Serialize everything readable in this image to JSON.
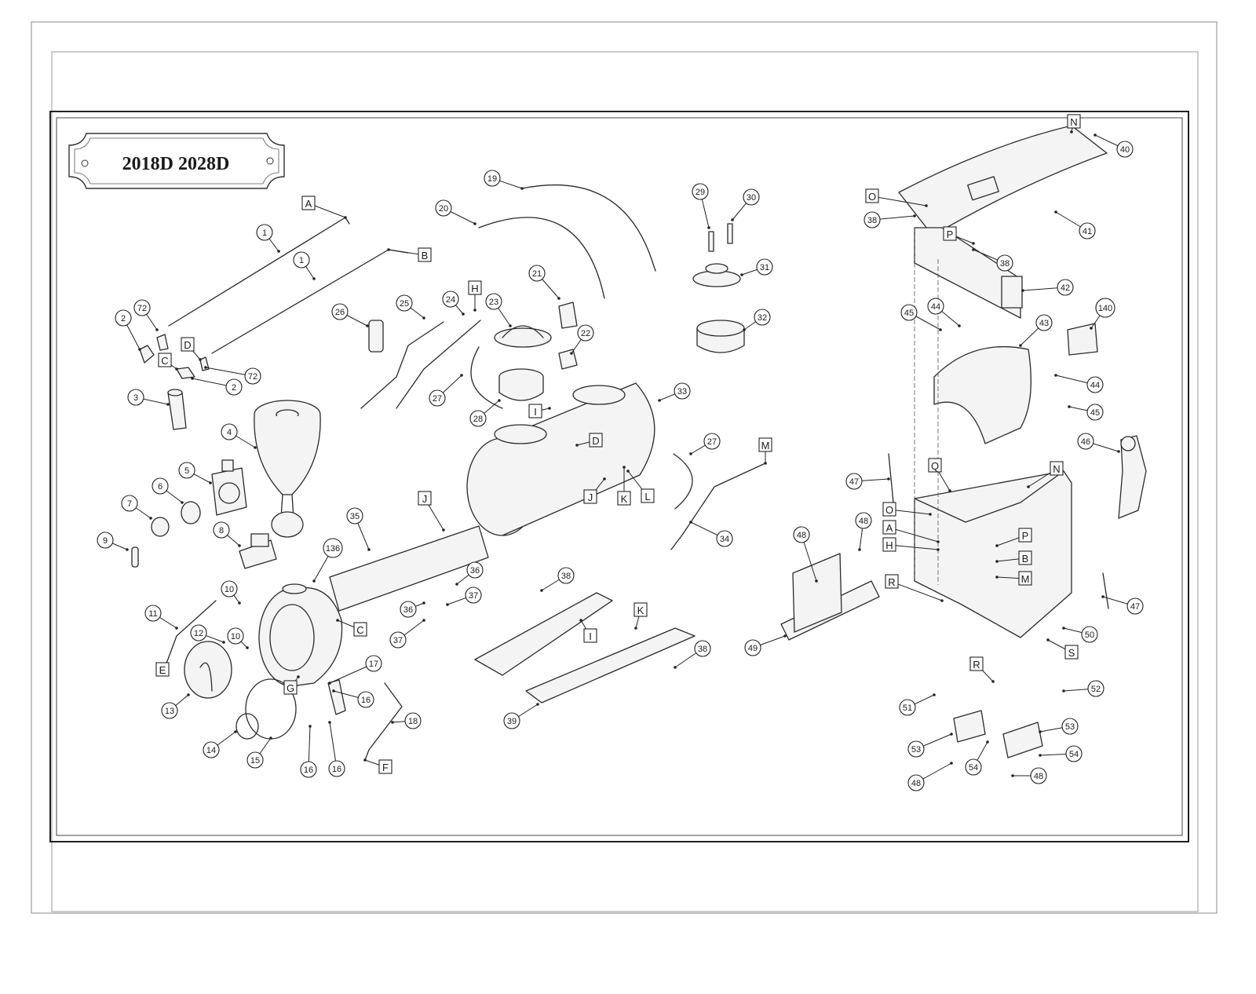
{
  "title": "2018D 2028D",
  "callouts": [
    {
      "id": "c-A1",
      "text": "A",
      "kind": "letter"
    },
    {
      "id": "c-1a",
      "text": "1",
      "kind": "number"
    },
    {
      "id": "c-B1",
      "text": "B",
      "kind": "letter"
    },
    {
      "id": "c-1b",
      "text": "1",
      "kind": "number"
    },
    {
      "id": "c-2a",
      "text": "2",
      "kind": "number"
    },
    {
      "id": "c-72a",
      "text": "72",
      "kind": "number"
    },
    {
      "id": "c-D1",
      "text": "D",
      "kind": "letter"
    },
    {
      "id": "c-C1",
      "text": "C",
      "kind": "letter"
    },
    {
      "id": "c-72b",
      "text": "72",
      "kind": "number"
    },
    {
      "id": "c-2b",
      "text": "2",
      "kind": "number"
    },
    {
      "id": "c-3",
      "text": "3",
      "kind": "number"
    },
    {
      "id": "c-4",
      "text": "4",
      "kind": "number"
    },
    {
      "id": "c-5",
      "text": "5",
      "kind": "number"
    },
    {
      "id": "c-6",
      "text": "6",
      "kind": "number"
    },
    {
      "id": "c-7",
      "text": "7",
      "kind": "number"
    },
    {
      "id": "c-8",
      "text": "8",
      "kind": "number"
    },
    {
      "id": "c-9",
      "text": "9",
      "kind": "number"
    },
    {
      "id": "c-136",
      "text": "136",
      "kind": "number"
    },
    {
      "id": "c-10a",
      "text": "10",
      "kind": "number"
    },
    {
      "id": "c-11",
      "text": "11",
      "kind": "number"
    },
    {
      "id": "c-12",
      "text": "12",
      "kind": "number"
    },
    {
      "id": "c-10b",
      "text": "10",
      "kind": "number"
    },
    {
      "id": "c-E1",
      "text": "E",
      "kind": "letter"
    },
    {
      "id": "c-13",
      "text": "13",
      "kind": "number"
    },
    {
      "id": "c-C2",
      "text": "C",
      "kind": "letter"
    },
    {
      "id": "c-G1",
      "text": "G",
      "kind": "letter"
    },
    {
      "id": "c-17",
      "text": "17",
      "kind": "number"
    },
    {
      "id": "c-16a",
      "text": "16",
      "kind": "number"
    },
    {
      "id": "c-14",
      "text": "14",
      "kind": "number"
    },
    {
      "id": "c-15",
      "text": "15",
      "kind": "number"
    },
    {
      "id": "c-16b",
      "text": "16",
      "kind": "number"
    },
    {
      "id": "c-16c",
      "text": "16",
      "kind": "number"
    },
    {
      "id": "c-18",
      "text": "18",
      "kind": "number"
    },
    {
      "id": "c-F1",
      "text": "F",
      "kind": "letter"
    },
    {
      "id": "c-19",
      "text": "19",
      "kind": "number"
    },
    {
      "id": "c-20",
      "text": "20",
      "kind": "number"
    },
    {
      "id": "c-21",
      "text": "21",
      "kind": "number"
    },
    {
      "id": "c-22",
      "text": "22",
      "kind": "number"
    },
    {
      "id": "c-23",
      "text": "23",
      "kind": "number"
    },
    {
      "id": "c-24",
      "text": "24",
      "kind": "number"
    },
    {
      "id": "c-H1",
      "text": "H",
      "kind": "letter"
    },
    {
      "id": "c-25",
      "text": "25",
      "kind": "number"
    },
    {
      "id": "c-26",
      "text": "26",
      "kind": "number"
    },
    {
      "id": "c-27a",
      "text": "27",
      "kind": "number"
    },
    {
      "id": "c-28",
      "text": "28",
      "kind": "number"
    },
    {
      "id": "c-I1",
      "text": "I",
      "kind": "letter"
    },
    {
      "id": "c-D2",
      "text": "D",
      "kind": "letter"
    },
    {
      "id": "c-29",
      "text": "29",
      "kind": "number"
    },
    {
      "id": "c-30",
      "text": "30",
      "kind": "number"
    },
    {
      "id": "c-31",
      "text": "31",
      "kind": "number"
    },
    {
      "id": "c-32",
      "text": "32",
      "kind": "number"
    },
    {
      "id": "c-33",
      "text": "33",
      "kind": "number"
    },
    {
      "id": "c-27b",
      "text": "27",
      "kind": "number"
    },
    {
      "id": "c-M1",
      "text": "M",
      "kind": "letter"
    },
    {
      "id": "c-J1",
      "text": "J",
      "kind": "letter"
    },
    {
      "id": "c-J2",
      "text": "J",
      "kind": "letter"
    },
    {
      "id": "c-K1",
      "text": "K",
      "kind": "letter"
    },
    {
      "id": "c-L1",
      "text": "L",
      "kind": "letter"
    },
    {
      "id": "c-34",
      "text": "34",
      "kind": "number"
    },
    {
      "id": "c-35",
      "text": "35",
      "kind": "number"
    },
    {
      "id": "c-36a",
      "text": "36",
      "kind": "number"
    },
    {
      "id": "c-36b",
      "text": "36",
      "kind": "number"
    },
    {
      "id": "c-37a",
      "text": "37",
      "kind": "number"
    },
    {
      "id": "c-37b",
      "text": "37",
      "kind": "number"
    },
    {
      "id": "c-38a",
      "text": "38",
      "kind": "number"
    },
    {
      "id": "c-I2",
      "text": "I",
      "kind": "letter"
    },
    {
      "id": "c-K2",
      "text": "K",
      "kind": "letter"
    },
    {
      "id": "c-38b",
      "text": "38",
      "kind": "number"
    },
    {
      "id": "c-39",
      "text": "39",
      "kind": "number"
    },
    {
      "id": "c-N1",
      "text": "N",
      "kind": "letter"
    },
    {
      "id": "c-40",
      "text": "40",
      "kind": "number"
    },
    {
      "id": "c-O1",
      "text": "O",
      "kind": "letter"
    },
    {
      "id": "c-38c",
      "text": "38",
      "kind": "number"
    },
    {
      "id": "c-41",
      "text": "41",
      "kind": "number"
    },
    {
      "id": "c-P1",
      "text": "P",
      "kind": "letter"
    },
    {
      "id": "c-38d",
      "text": "38",
      "kind": "number"
    },
    {
      "id": "c-42",
      "text": "42",
      "kind": "number"
    },
    {
      "id": "c-45a",
      "text": "45",
      "kind": "number"
    },
    {
      "id": "c-44a",
      "text": "44",
      "kind": "number"
    },
    {
      "id": "c-43",
      "text": "43",
      "kind": "number"
    },
    {
      "id": "c-140",
      "text": "140",
      "kind": "number"
    },
    {
      "id": "c-44b",
      "text": "44",
      "kind": "number"
    },
    {
      "id": "c-45b",
      "text": "45",
      "kind": "number"
    },
    {
      "id": "c-46",
      "text": "46",
      "kind": "number"
    },
    {
      "id": "c-Q1",
      "text": "Q",
      "kind": "letter"
    },
    {
      "id": "c-N2",
      "text": "N",
      "kind": "letter"
    },
    {
      "id": "c-47a",
      "text": "47",
      "kind": "number"
    },
    {
      "id": "c-O2",
      "text": "O",
      "kind": "letter"
    },
    {
      "id": "c-48a",
      "text": "48",
      "kind": "number"
    },
    {
      "id": "c-A2",
      "text": "A",
      "kind": "letter"
    },
    {
      "id": "c-48b",
      "text": "48",
      "kind": "number"
    },
    {
      "id": "c-H2",
      "text": "H",
      "kind": "letter"
    },
    {
      "id": "c-P2",
      "text": "P",
      "kind": "letter"
    },
    {
      "id": "c-B2",
      "text": "B",
      "kind": "letter"
    },
    {
      "id": "c-M2",
      "text": "M",
      "kind": "letter"
    },
    {
      "id": "c-R1",
      "text": "R",
      "kind": "letter"
    },
    {
      "id": "c-47b",
      "text": "47",
      "kind": "number"
    },
    {
      "id": "c-49",
      "text": "49",
      "kind": "number"
    },
    {
      "id": "c-50",
      "text": "50",
      "kind": "number"
    },
    {
      "id": "c-S1",
      "text": "S",
      "kind": "letter"
    },
    {
      "id": "c-R2",
      "text": "R",
      "kind": "letter"
    },
    {
      "id": "c-51",
      "text": "51",
      "kind": "number"
    },
    {
      "id": "c-52",
      "text": "52",
      "kind": "number"
    },
    {
      "id": "c-53a",
      "text": "53",
      "kind": "number"
    },
    {
      "id": "c-53b",
      "text": "53",
      "kind": "number"
    },
    {
      "id": "c-54a",
      "text": "54",
      "kind": "number"
    },
    {
      "id": "c-54b",
      "text": "54",
      "kind": "number"
    },
    {
      "id": "c-48c",
      "text": "48",
      "kind": "number"
    },
    {
      "id": "c-48d",
      "text": "48",
      "kind": "number"
    }
  ]
}
